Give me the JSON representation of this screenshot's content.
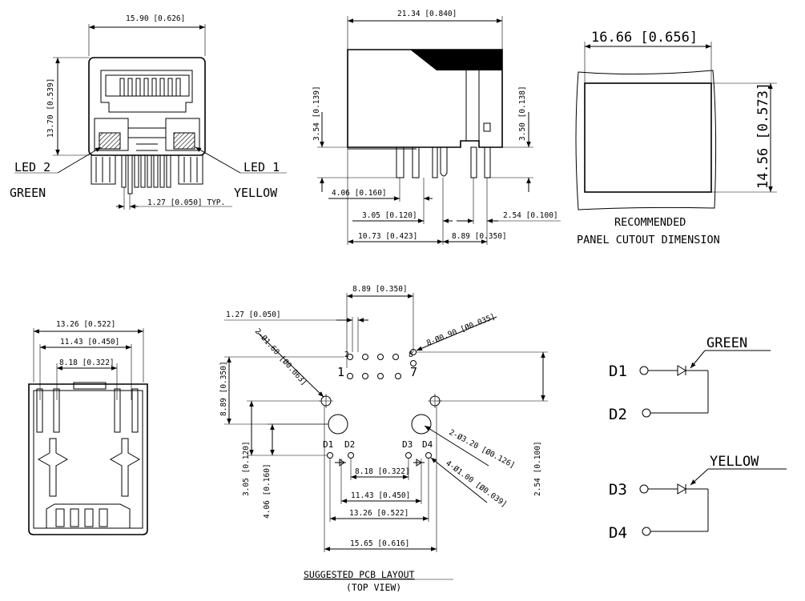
{
  "front_view": {
    "width_dim": "15.90 [0.626]",
    "height_dim": "13.70 [0.539]",
    "pitch_dim": "1.27 [0.050] TYP.",
    "led_left_label": "LED 2",
    "led_left_color": "GREEN",
    "led_right_label": "LED 1",
    "led_right_color": "YELLOW"
  },
  "side_view": {
    "length_dim": "21.34 [0.840]",
    "left_height_dim": "3.54 [0.139]",
    "right_height_dim": "3.50 [0.138]",
    "dim_a": "4.06 [0.160]",
    "dim_b": "3.05 [0.120]",
    "dim_c": "2.54 [0.100]",
    "dim_d": "10.73 [0.423]",
    "dim_e": "8.89 [0.350]"
  },
  "panel_cutout": {
    "width_dim": "16.66 [0.656]",
    "height_dim": "14.56 [0.573]",
    "caption_line1": "RECOMMENDED",
    "caption_line2": "PANEL CUTOUT DIMENSION"
  },
  "bottom_view": {
    "dim_outer": "13.26 [0.522]",
    "dim_mid": "11.43 [0.450]",
    "dim_inner": "8.18 [0.322]"
  },
  "pcb_layout": {
    "row_width_dim": "8.89 [0.350]",
    "pin_pitch_dim": "1.27 [0.050]",
    "mount_hole_callout": "2-Ø1.60 [Ø0.063]",
    "signal_hole_callout": "8-Ø0.90 [Ø0.035]",
    "led_large_callout": "2-Ø3.20 [Ø0.126]",
    "led_small_callout": "4-Ø1.00 [Ø0.039]",
    "pin1_label": "1",
    "pin2_label": "2",
    "pin7_label": "7",
    "pin8_label": "8",
    "d1_label": "D1",
    "d2_label": "D2",
    "d3_label": "D3",
    "d4_label": "D4",
    "vert_row_dim": "8.89 [0.350]",
    "vert_dim_a": "3.05 [0.120]",
    "vert_dim_b": "4.06 [0.160]",
    "vert_dim_c": "2.54 [0.100]",
    "h_dim_a": "8.18 [0.322]",
    "h_dim_b": "11.43 [0.450]",
    "h_dim_c": "13.26 [0.522]",
    "h_dim_d": "15.65 [0.616]",
    "caption_line1": "SUGGESTED PCB LAYOUT",
    "caption_line2": "(TOP VIEW)"
  },
  "schematic": {
    "green_label": "GREEN",
    "yellow_label": "YELLOW",
    "d1": "D1",
    "d2": "D2",
    "d3": "D3",
    "d4": "D4"
  }
}
